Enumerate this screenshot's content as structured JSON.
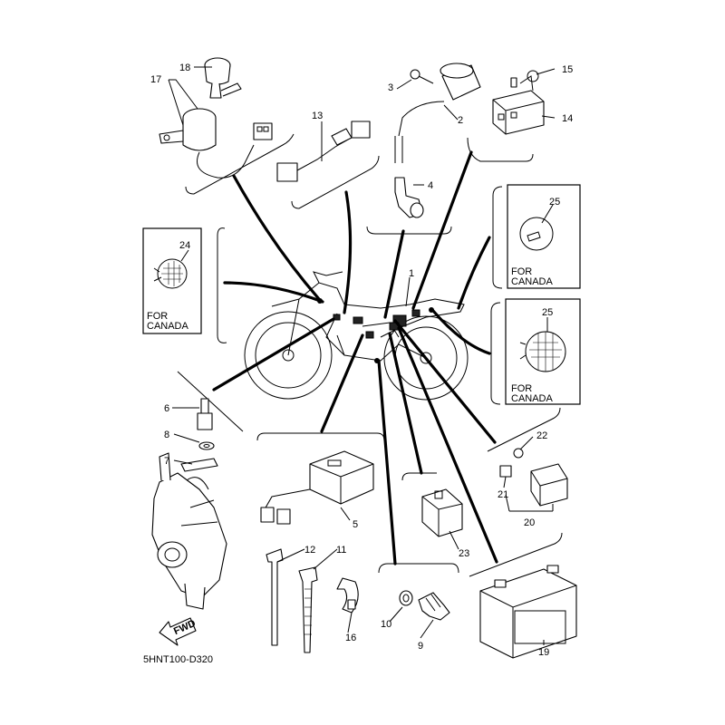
{
  "diagram": {
    "code": "5HNT100-D320",
    "fwd_label": "FWD",
    "canada_label_line1": "FOR",
    "canada_label_line2": "CANADA",
    "callouts": {
      "c1": "1",
      "c2": "2",
      "c3": "3",
      "c4": "4",
      "c5": "5",
      "c6": "6",
      "c7": "7",
      "c8": "8",
      "c9": "9",
      "c10": "10",
      "c11": "11",
      "c12": "12",
      "c13": "13",
      "c14": "14",
      "c15": "15",
      "c16": "16",
      "c17": "17",
      "c18": "18",
      "c19": "19",
      "c20": "20",
      "c21": "21",
      "c22": "22",
      "c23": "23",
      "c24": "24",
      "c25a": "25",
      "c25b": "25"
    }
  }
}
